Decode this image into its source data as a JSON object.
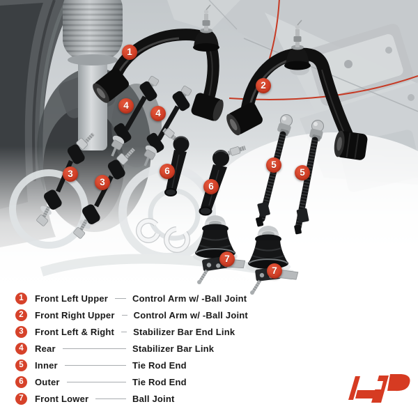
{
  "colors": {
    "accent_red": "#d5422b",
    "logo_red": "#d63b22",
    "legend_text": "#191919",
    "connector_gray": "#a8acaf"
  },
  "icons": {
    "brand_logo": "ap-monogram"
  },
  "markers": [
    {
      "id": "marker-1",
      "label": "1"
    },
    {
      "id": "marker-2",
      "label": "2"
    },
    {
      "id": "marker-4a",
      "label": "4"
    },
    {
      "id": "marker-4b",
      "label": "4"
    },
    {
      "id": "marker-3a",
      "label": "3"
    },
    {
      "id": "marker-3b",
      "label": "3"
    },
    {
      "id": "marker-6a",
      "label": "6"
    },
    {
      "id": "marker-6b",
      "label": "6"
    },
    {
      "id": "marker-5a",
      "label": "5"
    },
    {
      "id": "marker-5b",
      "label": "5"
    },
    {
      "id": "marker-7a",
      "label": "7"
    },
    {
      "id": "marker-7b",
      "label": "7"
    }
  ],
  "legend": {
    "rows": [
      {
        "num": "1",
        "label": "Front Left Upper",
        "desc": "Control Arm w/ -Ball Joint"
      },
      {
        "num": "2",
        "label": "Front Right Upper",
        "desc": "Control Arm w/ -Ball Joint"
      },
      {
        "num": "3",
        "label": "Front Left & Right",
        "desc": "Stabilizer Bar End Link"
      },
      {
        "num": "4",
        "label": "Rear",
        "desc": "Stabilizer Bar Link"
      },
      {
        "num": "5",
        "label": "Inner",
        "desc": "Tie Rod End"
      },
      {
        "num": "6",
        "label": "Outer",
        "desc": "Tie Rod End"
      },
      {
        "num": "7",
        "label": "Front Lower",
        "desc": "Ball Joint"
      }
    ]
  }
}
